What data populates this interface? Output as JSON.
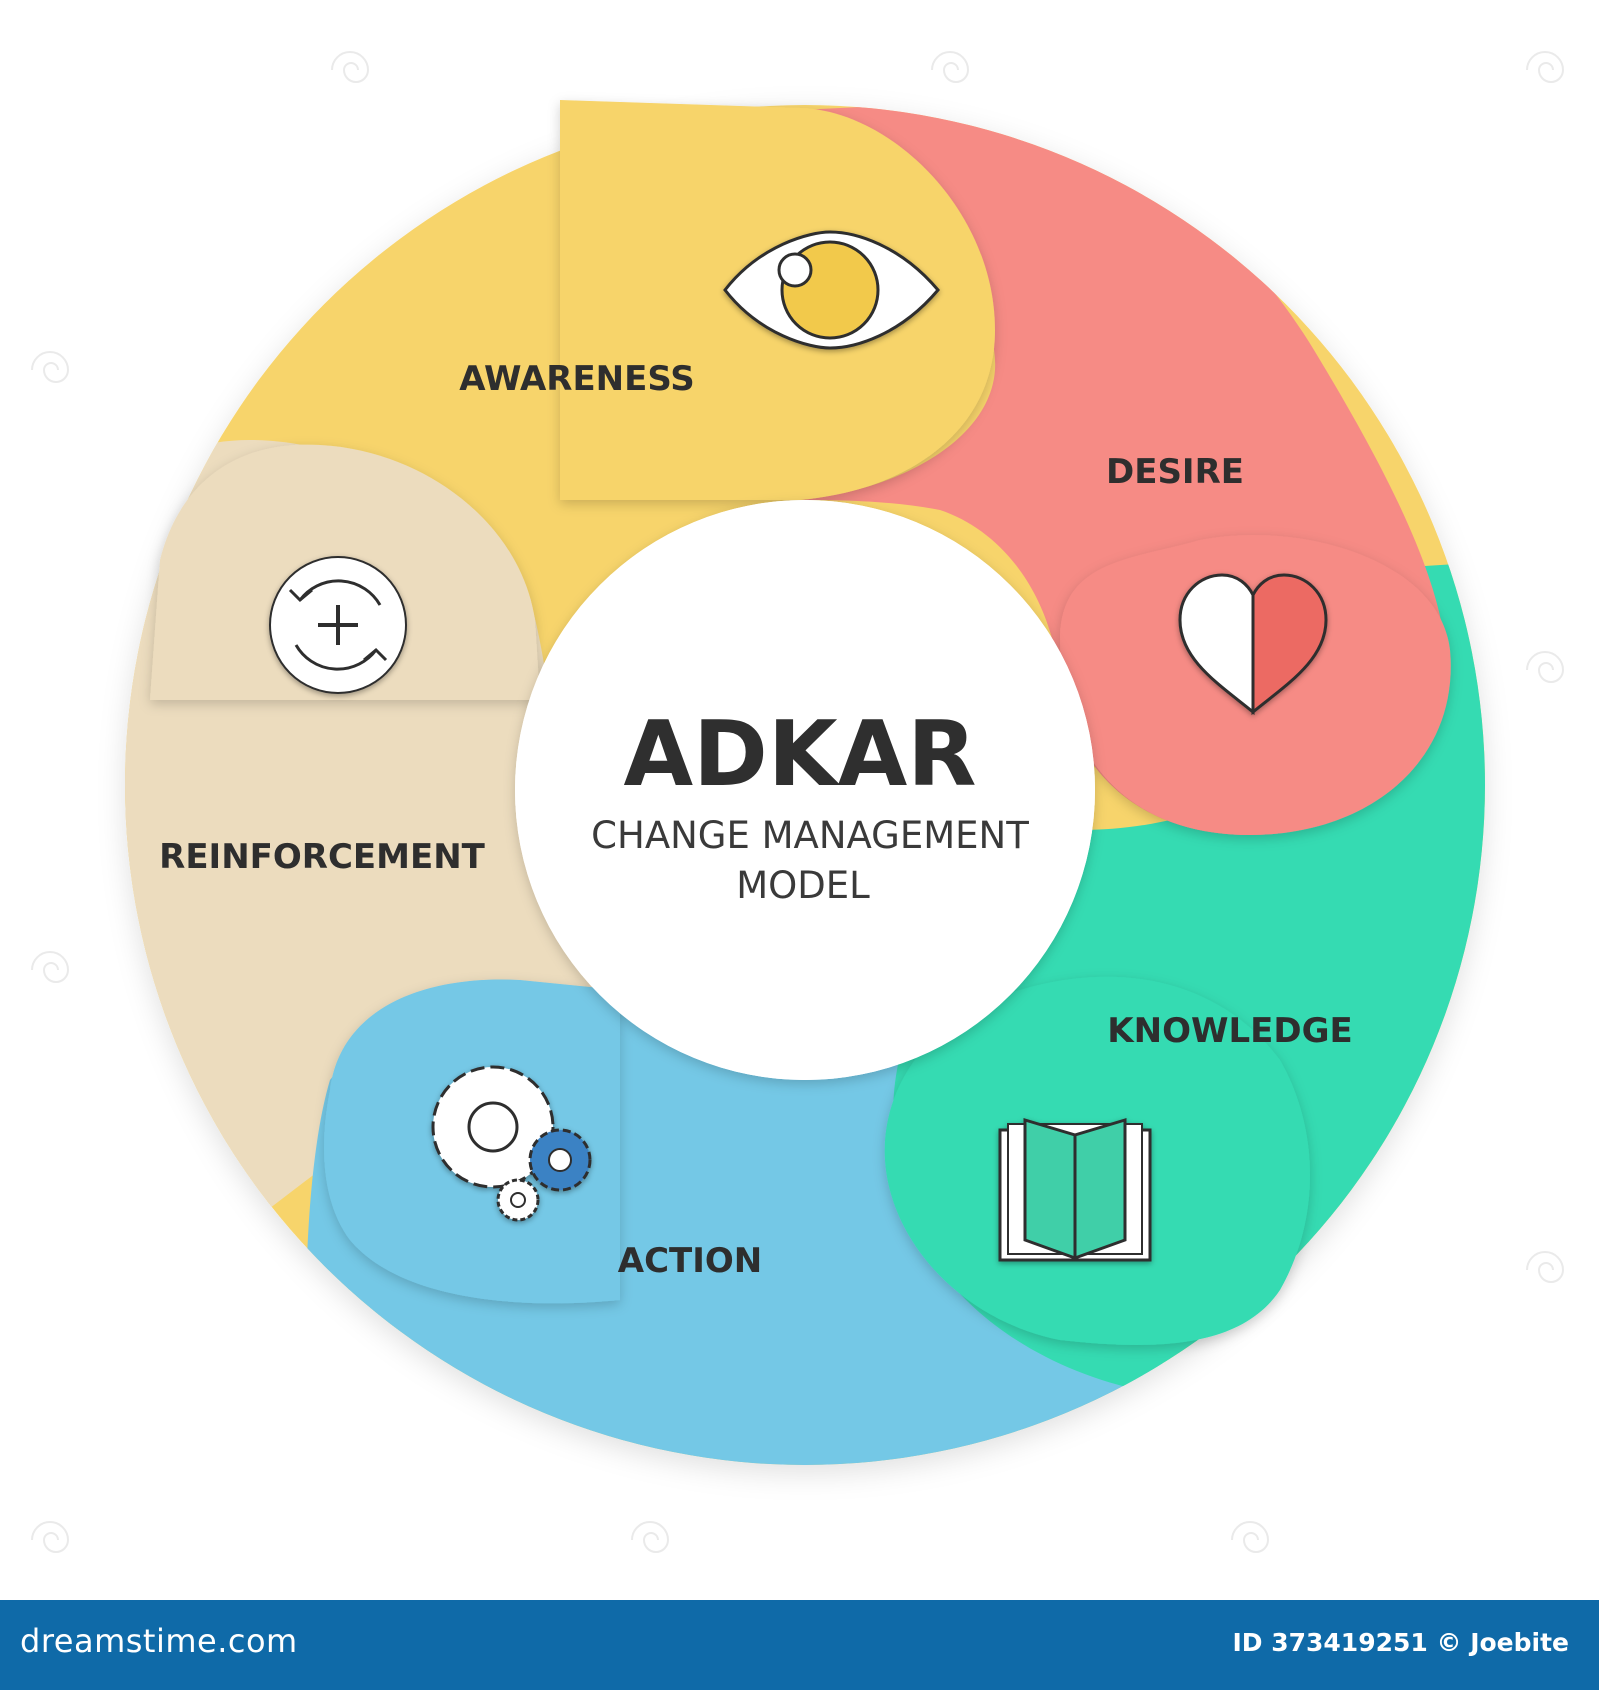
{
  "diagram": {
    "title": "ADKAR",
    "subtitle_line1": "CHANGE MANAGEMENT",
    "subtitle_line2": "MODEL",
    "segments": [
      {
        "key": "awareness",
        "label": "AWARENESS",
        "color": "#f7d46b",
        "icon": "eye-icon"
      },
      {
        "key": "desire",
        "label": "DESIRE",
        "color": "#f68b85",
        "icon": "heart-icon"
      },
      {
        "key": "knowledge",
        "label": "KNOWLEDGE",
        "color": "#35dbb2",
        "icon": "book-icon"
      },
      {
        "key": "action",
        "label": "ACTION",
        "color": "#74c8e6",
        "icon": "gears-icon"
      },
      {
        "key": "reinforcement",
        "label": "REINFORCEMENT",
        "color": "#ecdcbe",
        "icon": "refresh-plus-icon"
      }
    ]
  },
  "footer": {
    "brand": "dreamstime.com",
    "id_text": "ID 373419251 © Joebite",
    "color": "#0f6aa8"
  }
}
